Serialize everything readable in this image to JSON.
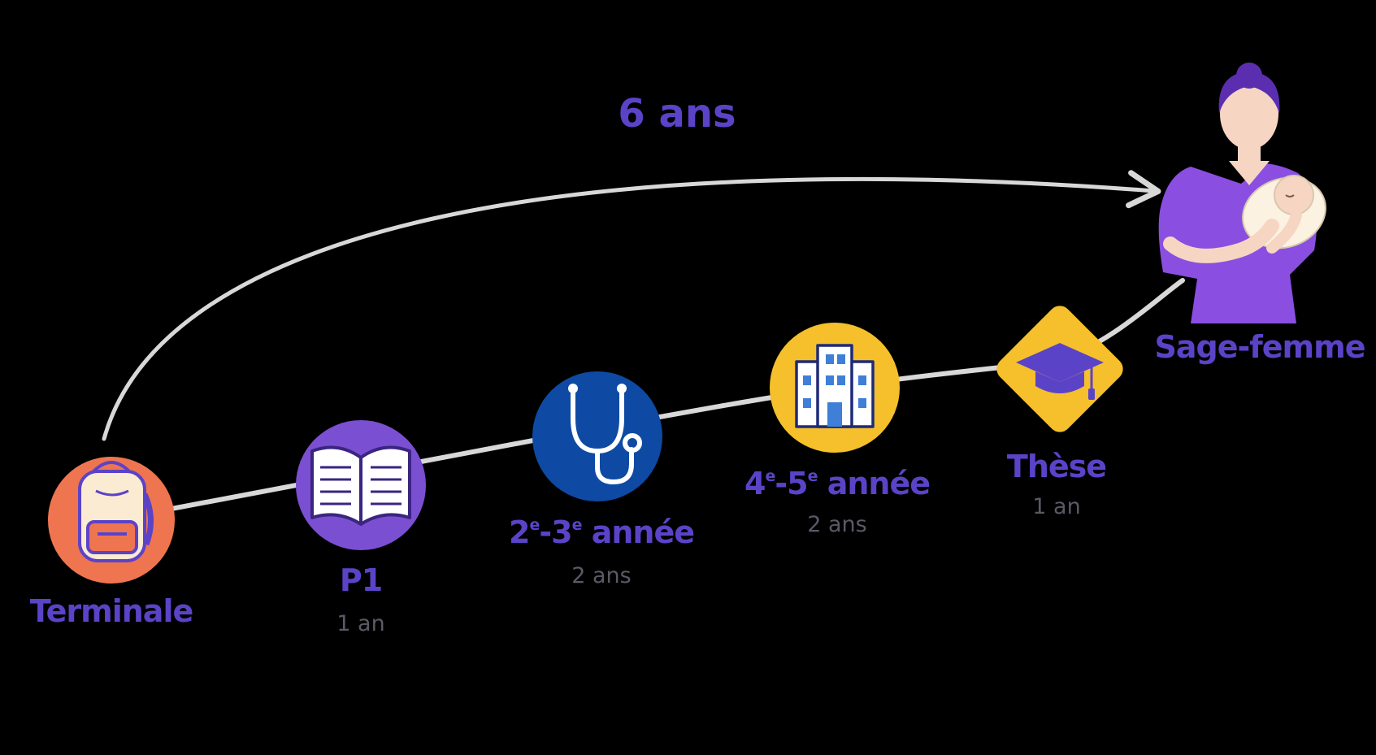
{
  "total": {
    "label": "6 ans"
  },
  "steps": [
    {
      "id": "terminale",
      "name": "Terminale",
      "duration": "",
      "icon": "backpack-icon",
      "bg": "#EF7550"
    },
    {
      "id": "p1",
      "name": "P1",
      "duration": "1 an",
      "icon": "open-book-icon",
      "bg": "#7B4FD1"
    },
    {
      "id": "y23",
      "name_parts": [
        "2",
        "e",
        "-3",
        "e",
        " année"
      ],
      "duration": "2 ans",
      "icon": "stethoscope-icon",
      "bg": "#0E4AA3"
    },
    {
      "id": "y45",
      "name_parts": [
        "4",
        "e",
        "-5",
        "e",
        " année"
      ],
      "duration": "2 ans",
      "icon": "hospital-icon",
      "bg": "#F5C02B"
    },
    {
      "id": "these",
      "name": "Thèse",
      "duration": "1 an",
      "icon": "graduation-cap-icon",
      "bg": "#F5C02B"
    },
    {
      "id": "sage-femme",
      "name": "Sage-femme",
      "duration": "",
      "icon": "midwife-holding-baby-icon",
      "bg": ""
    }
  ],
  "colors": {
    "label": "#5B43C8",
    "path": "#D8D8D8",
    "duration": "#5A5A66",
    "scrubs": "#8A4FE0",
    "hair": "#5B2EB0",
    "skin": "#F6D5C3"
  }
}
